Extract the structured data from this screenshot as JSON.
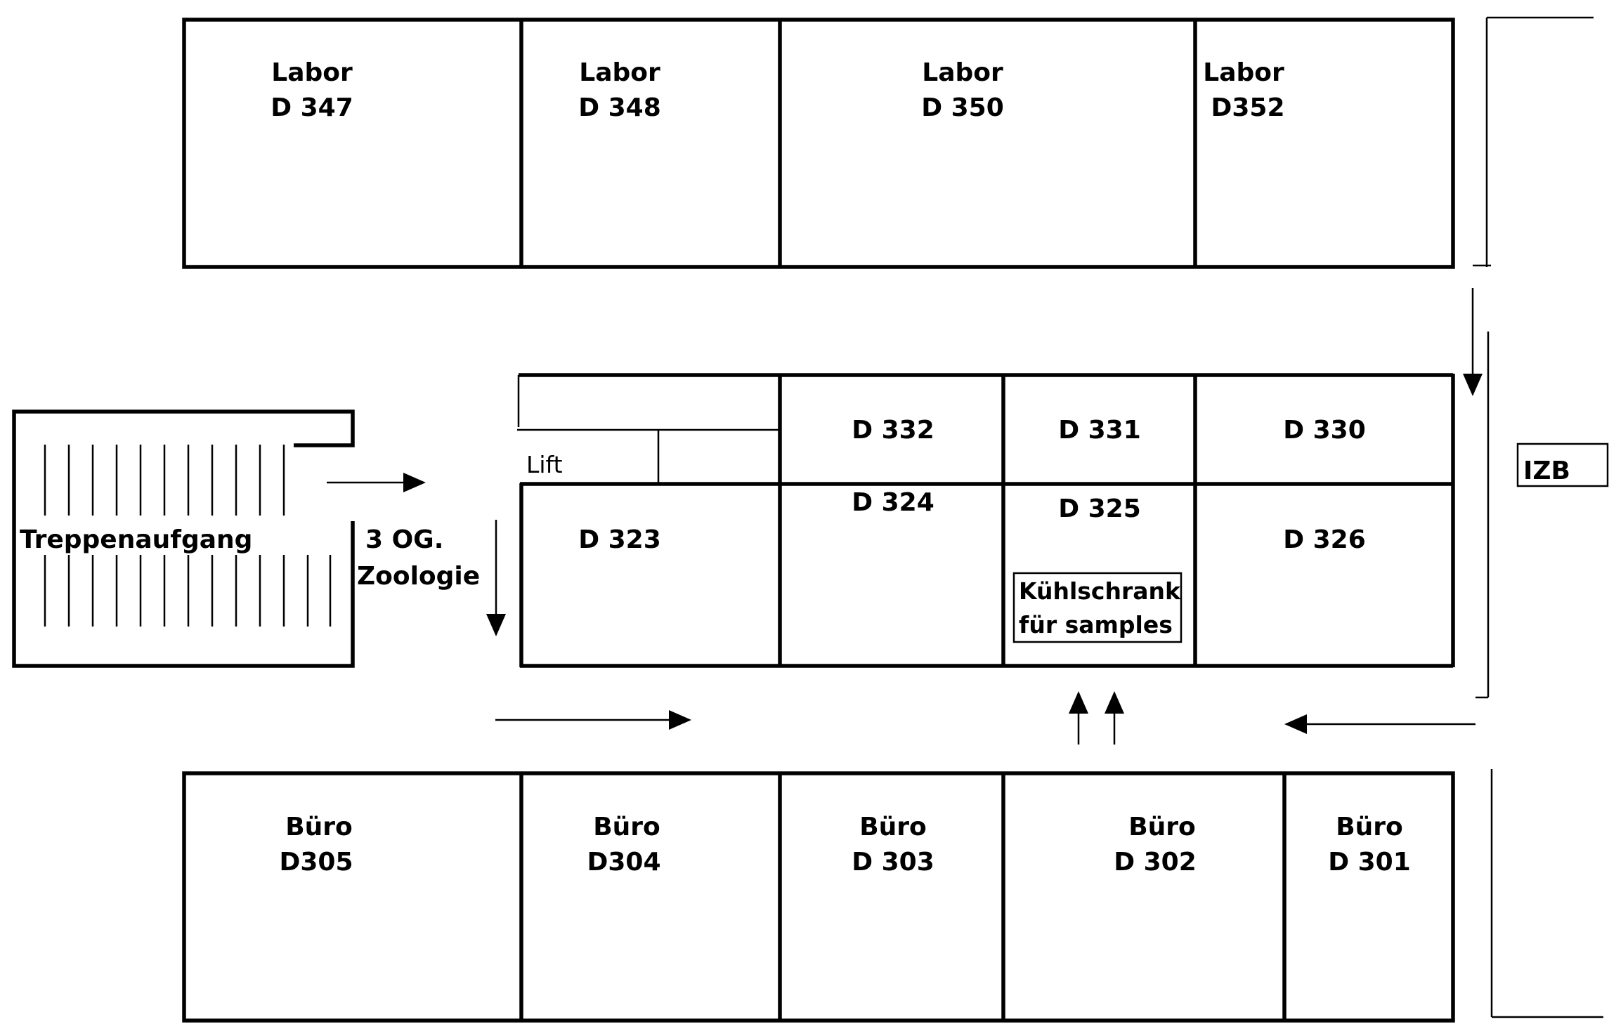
{
  "top_rooms": [
    {
      "type": "Labor",
      "number": "D 347"
    },
    {
      "type": "Labor",
      "number": "D 348"
    },
    {
      "type": "Labor",
      "number": "D 350"
    },
    {
      "type": "Labor",
      "number": "D352"
    }
  ],
  "middle_rooms_upper": [
    "D 332",
    "D 331",
    "D 330"
  ],
  "middle_rooms_lower": [
    "D 323",
    "D 324",
    "D 325",
    "D 326"
  ],
  "lift_label": "Lift",
  "fridge_note": [
    "Kühlschrank",
    "für samples"
  ],
  "stairs_label": "Treppenaufgang",
  "floor_label": [
    "3 OG.",
    "Zoologie"
  ],
  "bottom_rooms": [
    {
      "type": "Büro",
      "number": "D305"
    },
    {
      "type": "Büro",
      "number": "D304"
    },
    {
      "type": "Büro",
      "number": "D 303"
    },
    {
      "type": "Büro",
      "number": "D 302"
    },
    {
      "type": "Büro",
      "number": "D 301"
    }
  ],
  "izb_label": "IZB"
}
